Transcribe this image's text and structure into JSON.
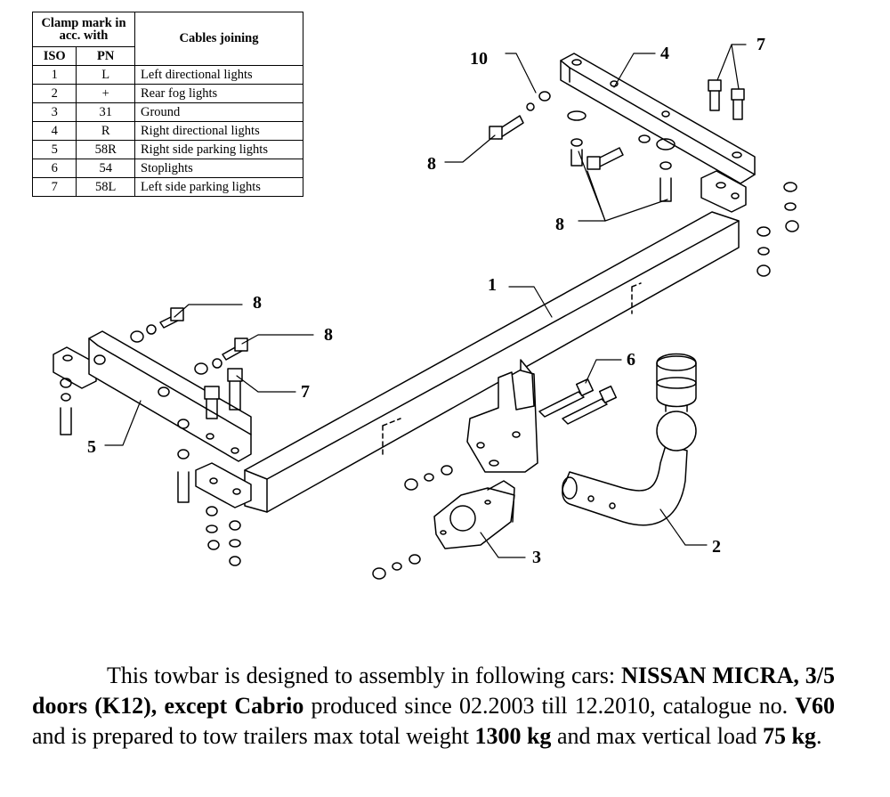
{
  "table": {
    "header_clamp": "Clamp mark in acc. with",
    "header_cables": "Cables joining",
    "header_iso": "ISO",
    "header_pn": "PN",
    "rows": [
      {
        "iso": "1",
        "pn": "L",
        "desc": "Left directional lights"
      },
      {
        "iso": "2",
        "pn": "+",
        "desc": "Rear fog lights"
      },
      {
        "iso": "3",
        "pn": "31",
        "desc": "Ground"
      },
      {
        "iso": "4",
        "pn": "R",
        "desc": "Right directional lights"
      },
      {
        "iso": "5",
        "pn": "58R",
        "desc": "Right side parking lights"
      },
      {
        "iso": "6",
        "pn": "54",
        "desc": "Stoplights"
      },
      {
        "iso": "7",
        "pn": "58L",
        "desc": "Left side parking lights"
      }
    ]
  },
  "callouts": {
    "c1": "1",
    "c2": "2",
    "c3": "3",
    "c4": "4",
    "c5": "5",
    "c6": "6",
    "c7a": "7",
    "c7b": "7",
    "c8a": "8",
    "c8b": "8",
    "c8c": "8",
    "c8d": "8",
    "c10": "10"
  },
  "description": {
    "p1": "This towbar is designed to assembly in following cars:",
    "car": "NISSAN MICRA, 3/5 doors (K12), except Cabrio",
    "p2": " produced since 02.2003 till 12.2010, catalogue no. ",
    "catalogue": "V60",
    "p3": " and is prepared to tow trailers max total weight ",
    "weight": "1300 kg",
    "p4": " and max vertical load ",
    "load": "75 kg",
    "p5": "."
  }
}
